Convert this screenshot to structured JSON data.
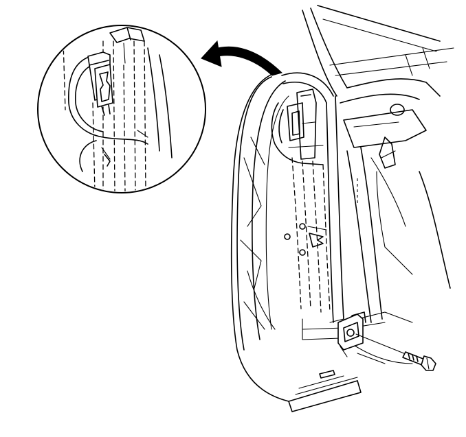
{
  "figure": {
    "colors": {
      "line": "#000000",
      "background": "#ffffff"
    },
    "labels": [],
    "components": [
      "rear-door-assembly",
      "body-pillar",
      "door-wiring-harness",
      "harness-connector",
      "harness-retaining-clip",
      "door-hinge",
      "hinge-bolt",
      "detail-view-inset",
      "curved-arrow-icon"
    ]
  }
}
